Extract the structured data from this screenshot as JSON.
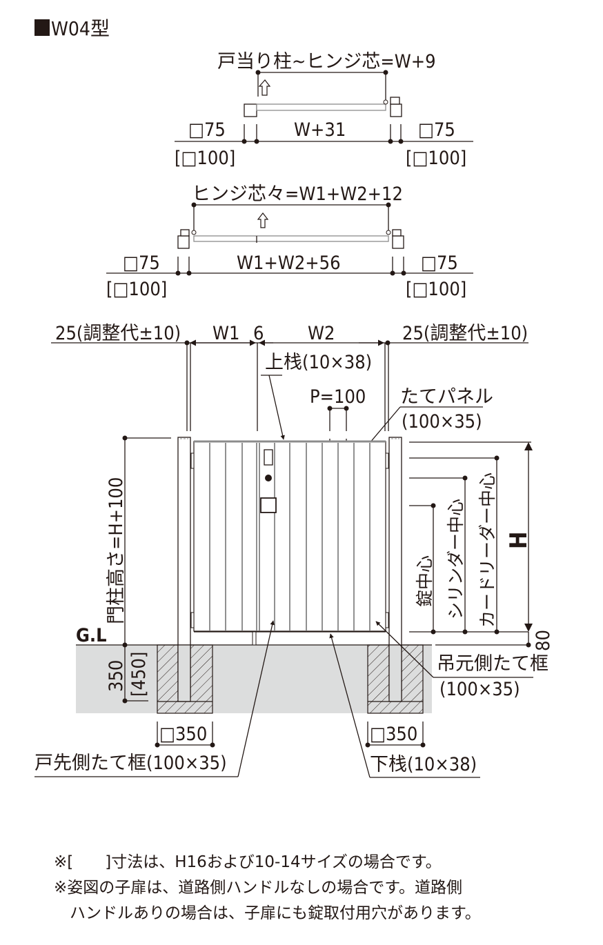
{
  "title": "■W04型",
  "colors": {
    "ink": "#231815",
    "ground": "#dcdddd",
    "rail": "#8c8c8c",
    "background": "#ffffff"
  },
  "plan_single": {
    "top_dim": "戸当り柱~ヒンジ芯=W+9",
    "left_post": "□75",
    "left_post_alt": "[□100]",
    "center_dim": "W+31",
    "right_post": "□75",
    "right_post_alt": "[□100]"
  },
  "plan_double": {
    "top_dim": "ヒンジ芯々=W1+W2+12",
    "left_post": "□75",
    "left_post_alt": "[□100]",
    "center_dim": "W1+W2+56",
    "right_post": "□75",
    "right_post_alt": "[□100]"
  },
  "elevation": {
    "left_adjust": "25(調整代±10)",
    "w1": "W1",
    "gap": "6",
    "w2": "W2",
    "right_adjust": "25(調整代±10)",
    "top_rail": "上栈(10×38)",
    "pitch": "P=100",
    "panel_name": "たてパネル",
    "panel_size": "(100×35)",
    "post_height": "門柱高さ=H+100",
    "gl": "G.L",
    "embed_depth": "350",
    "embed_depth_alt": "[450]",
    "lock_center": "錠中心",
    "cylinder_center": "シリンダー中心",
    "card_reader_center": "カードリーダー中心",
    "height": "H",
    "bottom_clearance": "80",
    "hinge_frame_name": "吊元側たて框",
    "hinge_frame_size": "(100×35)",
    "left_footing": "□350",
    "right_footing": "□350",
    "latch_frame": "戸先側たて框(100×35)",
    "bottom_rail": "下栈(10×38)"
  },
  "notes": [
    "※[　　]寸法は、H16および10-14サイズの場合です。",
    "※姿図の子扉は、道路側ハンドルなしの場合です。道路側",
    "　ハンドルありの場合は、子扉にも錠取付用穴があります。"
  ]
}
